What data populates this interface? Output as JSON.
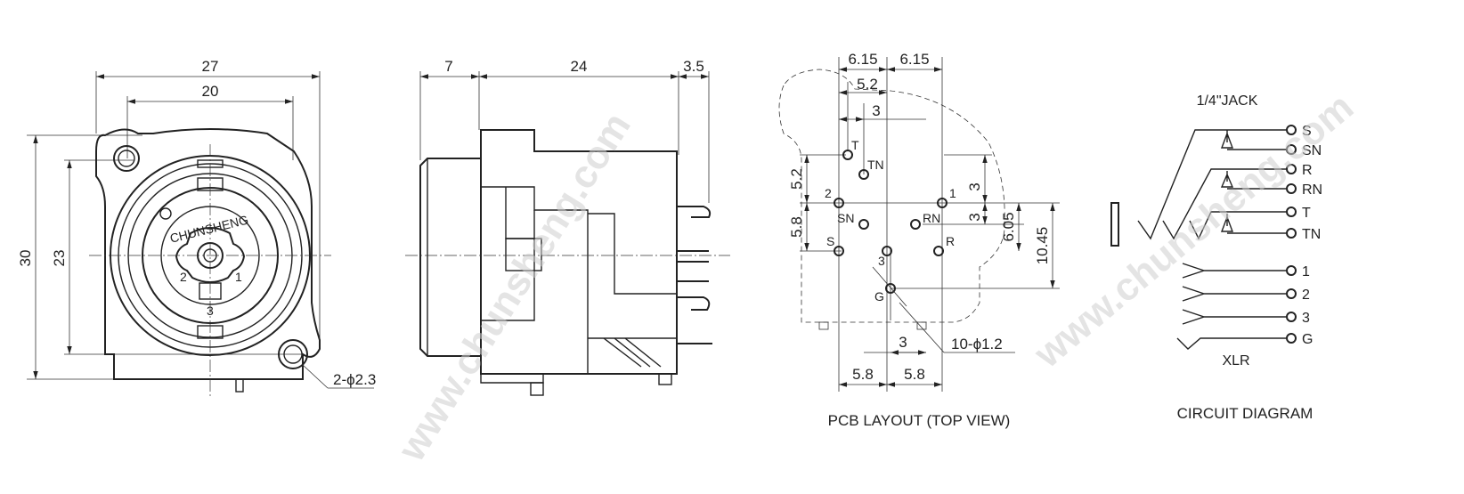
{
  "front_view": {
    "dim_width_outer": "27",
    "dim_width_inner": "20",
    "dim_height_outer": "30",
    "dim_height_inner": "23",
    "brand_text": "CHUNSHENG",
    "pin_label_1": "1",
    "pin_label_2": "2",
    "pin_label_3": "3",
    "hole_callout": "2-ϕ2.3"
  },
  "side_view": {
    "dim_front": "7",
    "dim_body": "24",
    "dim_pins": "3.5"
  },
  "pcb_layout": {
    "dims": {
      "top_left": "6.15",
      "top_right": "6.15",
      "top_second": "5.2",
      "top_third": "3",
      "left_upper": "5.2",
      "left_lower": "5.8",
      "right_upper": "3",
      "right_lower": "3",
      "right_mid": "6.05",
      "right_total": "10.45",
      "bottom_third": "3",
      "bottom_left": "5.8",
      "bottom_right": "5.8",
      "hole_callout": "10-ϕ1.2"
    },
    "pins": {
      "T": "T",
      "TN": "TN",
      "p2": "2",
      "p1": "1",
      "SN": "SN",
      "RN": "RN",
      "S": "S",
      "R": "R",
      "p3": "3",
      "G": "G"
    },
    "caption": "PCB LAYOUT (TOP VIEW)"
  },
  "circuit": {
    "jack_title": "1/4\"JACK",
    "terminals": [
      "S",
      "SN",
      "R",
      "RN",
      "T",
      "TN",
      "1",
      "2",
      "3",
      "G"
    ],
    "xlr_title": "XLR",
    "caption": "CIRCUIT DIAGRAM"
  },
  "watermarks": {
    "wm_side": "www.chunsheng.com",
    "wm_circuit": "www.chunsheng.com"
  }
}
